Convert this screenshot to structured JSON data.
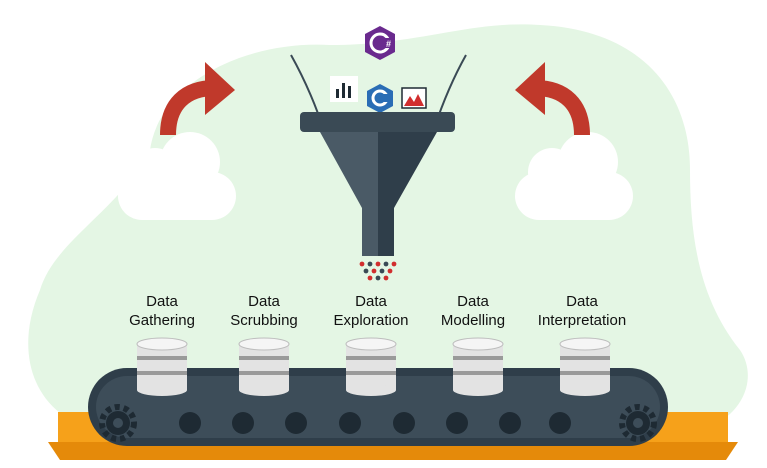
{
  "stages": [
    {
      "line1": "Data",
      "line2": "Gathering"
    },
    {
      "line1": "Data",
      "line2": "Scrubbing"
    },
    {
      "line1": "Data",
      "line2": "Exploration"
    },
    {
      "line1": "Data",
      "line2": "Modelling"
    },
    {
      "line1": "Data",
      "line2": "Interpretation"
    }
  ],
  "icons": [
    "csharp-logo-icon",
    "bar-chart-icon",
    "csharp-logo-icon",
    "image-chart-icon",
    "cloud-icon",
    "curved-arrow-icon",
    "database-icon",
    "gear-icon",
    "funnel-icon"
  ],
  "colors": {
    "background_blob": "#e4f6e4",
    "funnel_left": "#4a5a66",
    "funnel_right": "#2f3e4a",
    "conveyor": "#3a4a55",
    "platform": "#f6a11a",
    "arrow": "#c0392b",
    "csharp_purple": "#6a2a8e",
    "csharp_blue": "#2a6db5"
  }
}
